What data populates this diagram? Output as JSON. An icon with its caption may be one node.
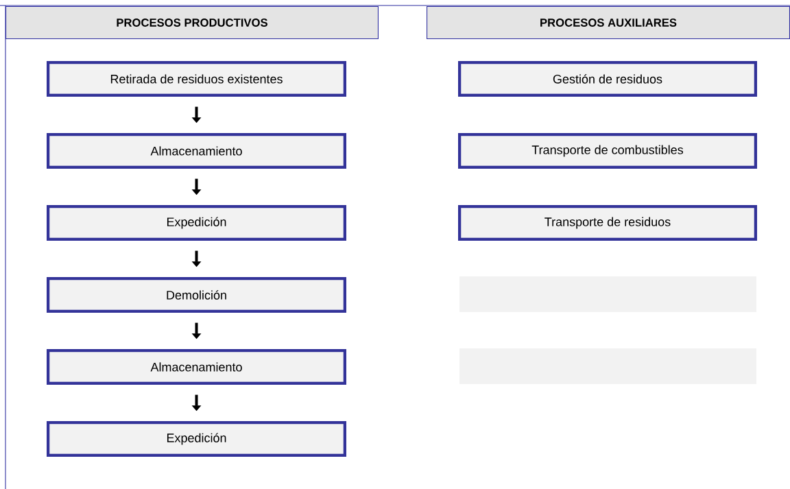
{
  "diagram": {
    "nodes": [
      {
        "text": [
          "PROCESOS PRODUCTIVOS"
        ]
      },
      {
        "text": [
          "PROCESOS AUXILIARES"
        ]
      },
      {
        "text": [
          "Retirada de residuos existentes"
        ]
      },
      {
        "text": [
          "Almacenamiento"
        ]
      },
      {
        "text": [
          "Expedición"
        ]
      },
      {
        "text": [
          "Demolición"
        ]
      },
      {
        "text": [
          "Almacenamiento"
        ]
      },
      {
        "text": [
          "Expedición"
        ]
      },
      {
        "text": [
          "Gestión de residuos"
        ]
      },
      {
        "text": [
          "Transporte de combustibles"
        ]
      },
      {
        "text": [
          "Transporte de residuos"
        ]
      },
      {
        "text": [],
        "shape": "box"
      },
      {
        "text": [],
        "shape": "box"
      }
    ],
    "edges": [
      {
        "from": 2,
        "to": 3,
        "arrow": "to"
      },
      {
        "from": 3,
        "to": 4,
        "arrow": "to"
      },
      {
        "from": 4,
        "to": 5,
        "arrow": "to"
      },
      {
        "from": 5,
        "to": 6,
        "arrow": "to"
      },
      {
        "from": 6,
        "to": 7,
        "arrow": "to"
      }
    ]
  }
}
